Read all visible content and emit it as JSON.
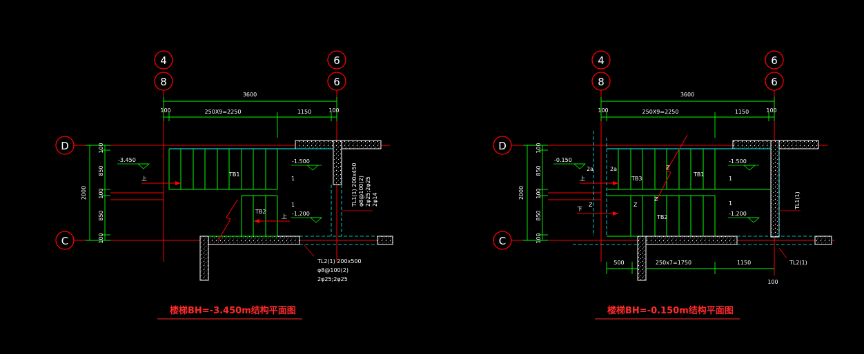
{
  "colors": {
    "background": "#000000",
    "axis": "#ff0000",
    "dimension": "#00ff00",
    "wall": "#ffffff",
    "stair_edge": "#00ffff",
    "text": "#ffffff",
    "title": "#ff2a2a"
  },
  "plans": [
    {
      "id": "left",
      "title": "楼梯BH=-3.450m结构平面图",
      "axis_top_outer": [
        "4",
        "6"
      ],
      "axis_top_inner": [
        "8",
        "6"
      ],
      "axis_side": [
        "D",
        "C"
      ],
      "dim_total": "3600",
      "dim_segments": [
        "100",
        "250X9=2250",
        "1150",
        "100"
      ],
      "dim_vertical": [
        "100",
        "850",
        "100",
        "850",
        "100"
      ],
      "dim_vertical_total": "2000",
      "levels": [
        "-3.450",
        "-1.500",
        "-1.200"
      ],
      "up_labels": [
        "上",
        "上"
      ],
      "slab_labels": [
        "TB1",
        "TB2"
      ],
      "beam_note_1": [
        "TL1(1) 200x450",
        "φ8@100(2)",
        "2φ25;2φ25",
        "2φ14"
      ],
      "beam_note_2": [
        "TL2(1) 200x500",
        "φ8@100(2)",
        "2φ25;2φ25"
      ],
      "marks": [
        "1",
        "1"
      ]
    },
    {
      "id": "right",
      "title": "楼梯BH=-0.150m结构平面图",
      "axis_top_outer": [
        "4",
        "6"
      ],
      "axis_top_inner": [
        "8",
        "6"
      ],
      "axis_side": [
        "D",
        "C"
      ],
      "dim_total": "3600",
      "dim_segments": [
        "100",
        "250X9=2250",
        "1150",
        "100"
      ],
      "dim_vertical": [
        "100",
        "850",
        "100",
        "850",
        "100"
      ],
      "dim_vertical_total": "2000",
      "levels": [
        "-0.150",
        "-1.500",
        "-1.200"
      ],
      "up_labels": [
        "上",
        "下"
      ],
      "slab_labels": [
        "TB3",
        "TB1",
        "TB2"
      ],
      "beam_note_1": [
        "TL1(1)"
      ],
      "beam_note_2": [
        "TL2(1)"
      ],
      "marks": [
        "Z",
        "Z",
        "Z",
        "Z",
        "2a",
        "2a",
        "1",
        "1"
      ],
      "dim_bottom": [
        "500",
        "250x7=1750",
        "1150"
      ],
      "dim_bottom_extra": "100"
    }
  ]
}
